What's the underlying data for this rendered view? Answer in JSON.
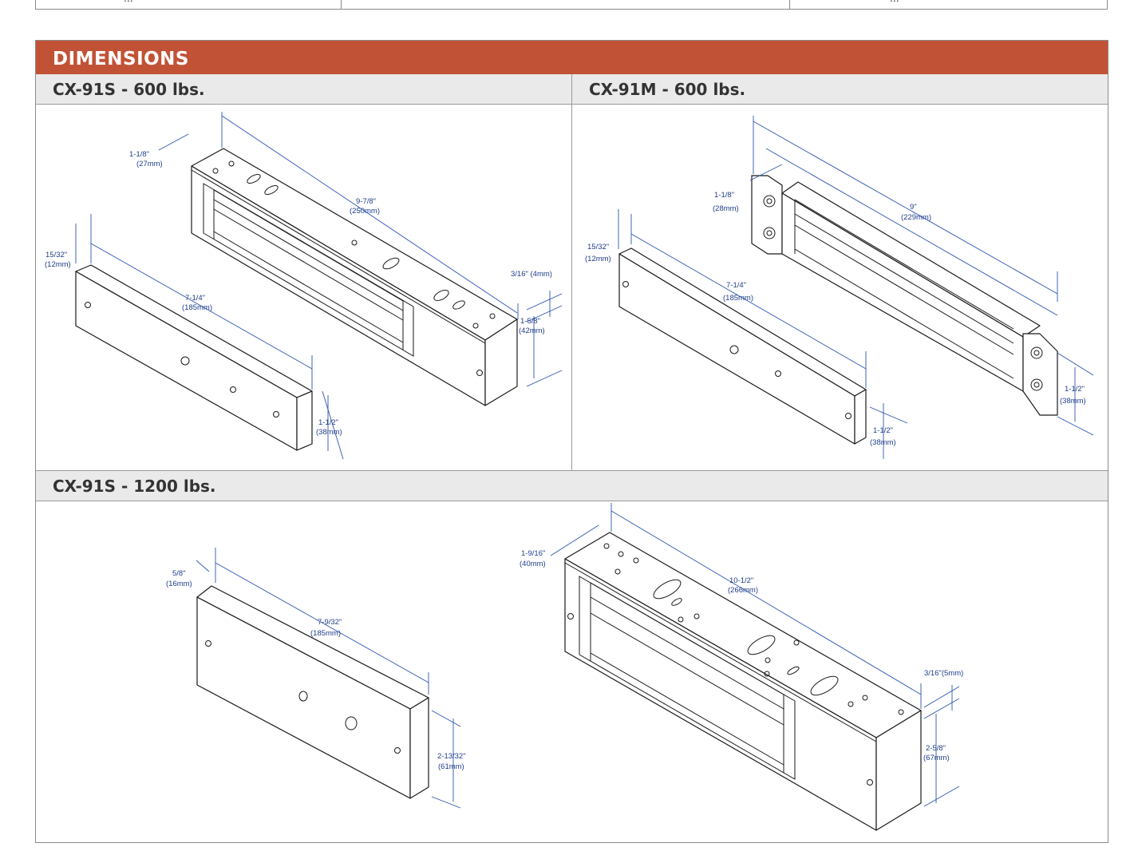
{
  "top_row": {
    "cell1": "...",
    "cell3": "..."
  },
  "header": "DIMENSIONS",
  "sections": {
    "s1": "CX-91S  -  600 lbs.",
    "s2": "CX-91M  -  600 lbs.",
    "s3": "CX-91S  -  1200 lbs."
  },
  "d1": {
    "w_in": "1-1/8\"",
    "w_mm": "(27mm)",
    "l_in": "9-7/8\"",
    "l_mm": "(250mm)",
    "t": "3/16\" (4mm)",
    "h_in": "1-5/8\"",
    "h_mm": "(42mm)",
    "pw_in": "15/32\"",
    "pw_mm": "(12mm)",
    "pl_in": "7-1/4\"",
    "pl_mm": "(185mm)",
    "ph_in": "1-1/2\"",
    "ph_mm": "(38mm)"
  },
  "d2": {
    "w_in": "1-1/8\"",
    "w_mm": "(28mm)",
    "l_in": "9\"",
    "l_mm": "(229mm)",
    "pw_in": "15/32\"",
    "pw_mm": "(12mm)",
    "pl_in": "7-1/4\"",
    "pl_mm": "(185mm)",
    "ph_in": "1-1/2\"",
    "ph_mm": "(38mm)",
    "h_in": "1-1/2\"",
    "h_mm": "(38mm)"
  },
  "d3": {
    "pw_in": "5/8\"",
    "pw_mm": "(16mm)",
    "pl_in": "7-9/32\"",
    "pl_mm": "(185mm)",
    "ph_in": "2-13/32\"",
    "ph_mm": "(61mm)",
    "w_in": "1-9/16\"",
    "w_mm": "(40mm)",
    "l_in": "10-1/2\"",
    "l_mm": "(266mm)",
    "t": "3/16\"(5mm)",
    "h_in": "2-5/8\"",
    "h_mm": "(67mm)"
  }
}
